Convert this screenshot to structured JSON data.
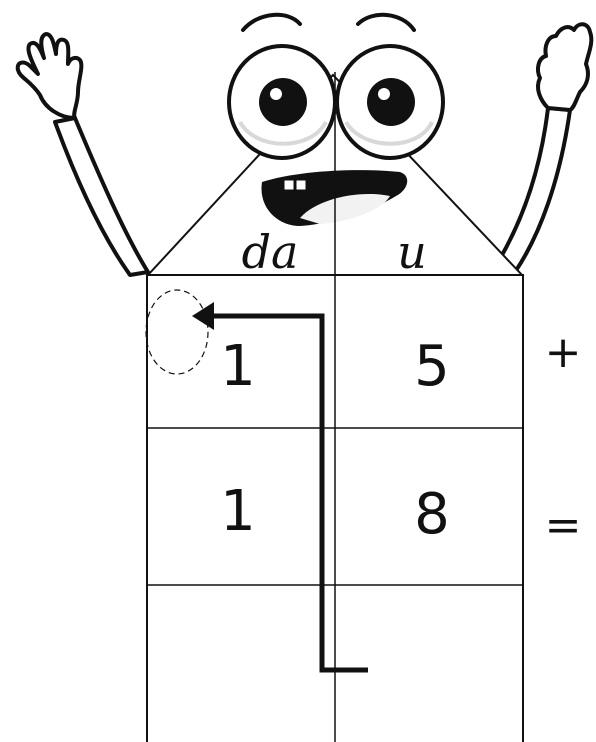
{
  "headers": {
    "tens": "da",
    "units": "u"
  },
  "operators": {
    "plus": "+",
    "equals": "="
  },
  "rows": [
    {
      "tens": "1",
      "units": "5"
    },
    {
      "tens": "1",
      "units": "8"
    },
    {
      "tens": "",
      "units": ""
    }
  ],
  "icons": {
    "character": "mascot-face-icon",
    "carry_arrow": "arrow-left-icon",
    "carry_circle": "dashed-circle-icon"
  }
}
